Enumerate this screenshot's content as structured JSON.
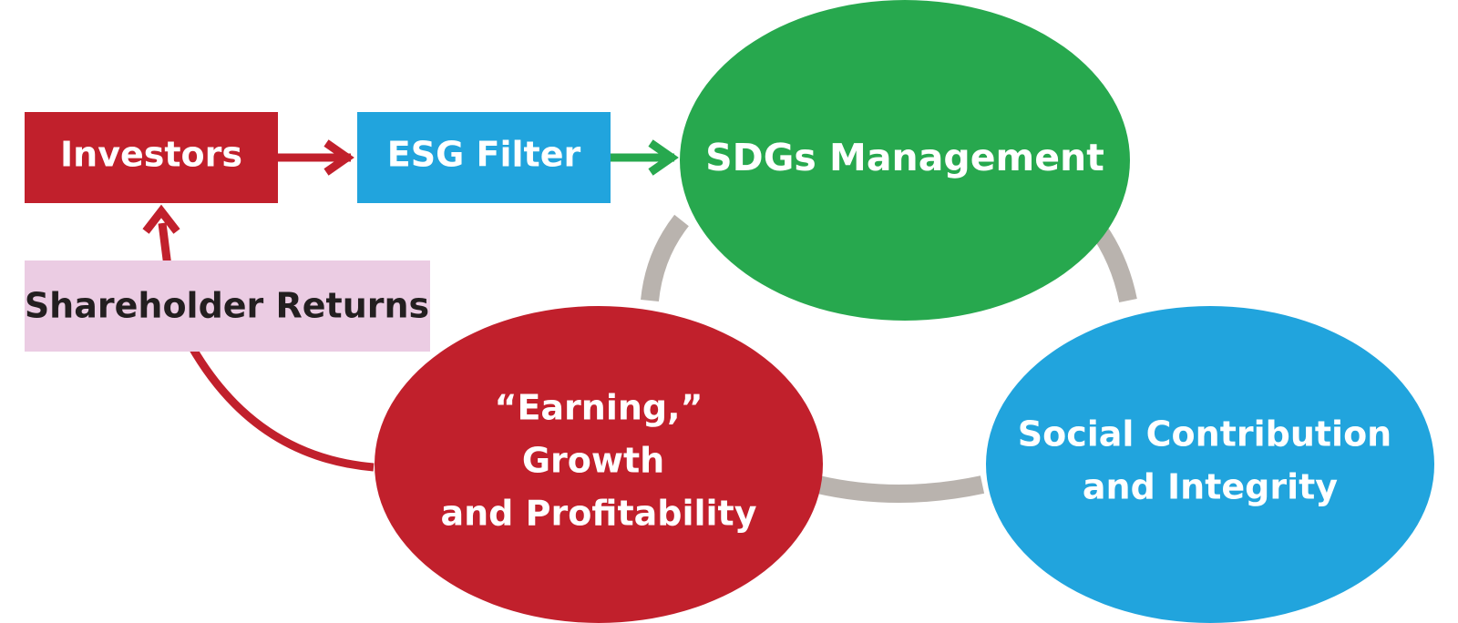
{
  "colors": {
    "investors": "#c1202c",
    "esg": "#21a4dd",
    "sdgs": "#27a84e",
    "social": "#21a4dd",
    "earning": "#c1202c",
    "shareholder": "#ebcce3",
    "connector": "#b9b3ae",
    "arrow_red": "#c1202c",
    "arrow_green": "#27a84e",
    "text_light": "#ffffff",
    "text_dark": "#231f20"
  },
  "nodes": {
    "investors": {
      "label": "Investors"
    },
    "esg_filter": {
      "label": "ESG Filter"
    },
    "sdgs_management": {
      "label": "SDGs Management"
    },
    "shareholder_returns": {
      "label": "Shareholder Returns"
    },
    "earning": {
      "lines": [
        "“Earning,”",
        "Growth",
        "and Profitability"
      ]
    },
    "social": {
      "lines": [
        "Social Contribution",
        "and Integrity"
      ]
    }
  }
}
